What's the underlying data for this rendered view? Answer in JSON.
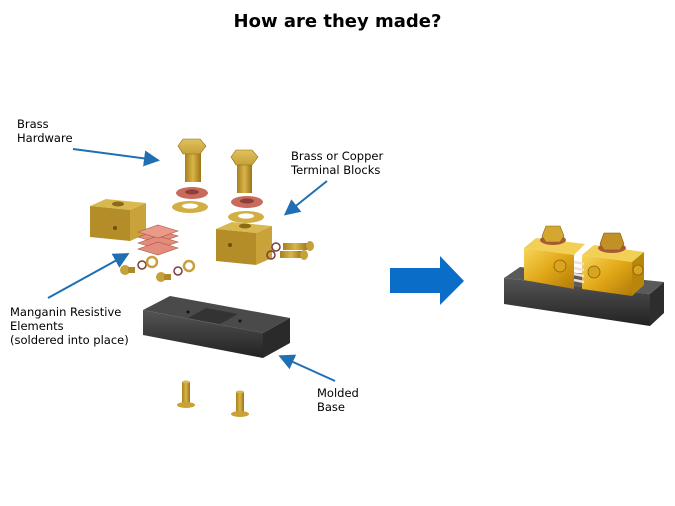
{
  "title": "How are they made?",
  "labels": {
    "brass_hardware": [
      "Brass",
      "Hardware"
    ],
    "terminal_blocks": [
      "Brass or Copper",
      "Terminal Blocks"
    ],
    "resistive_elements": [
      "Manganin Resistive",
      "Elements",
      "(soldered into place)"
    ],
    "molded_base": [
      "Molded",
      "Base"
    ]
  },
  "colors": {
    "callout_arrow": "#1f6fb2",
    "big_arrow": "#0a6ec8",
    "brass": "#c9a232",
    "copper": "#e07a6a",
    "base": "#2b2b2b"
  }
}
